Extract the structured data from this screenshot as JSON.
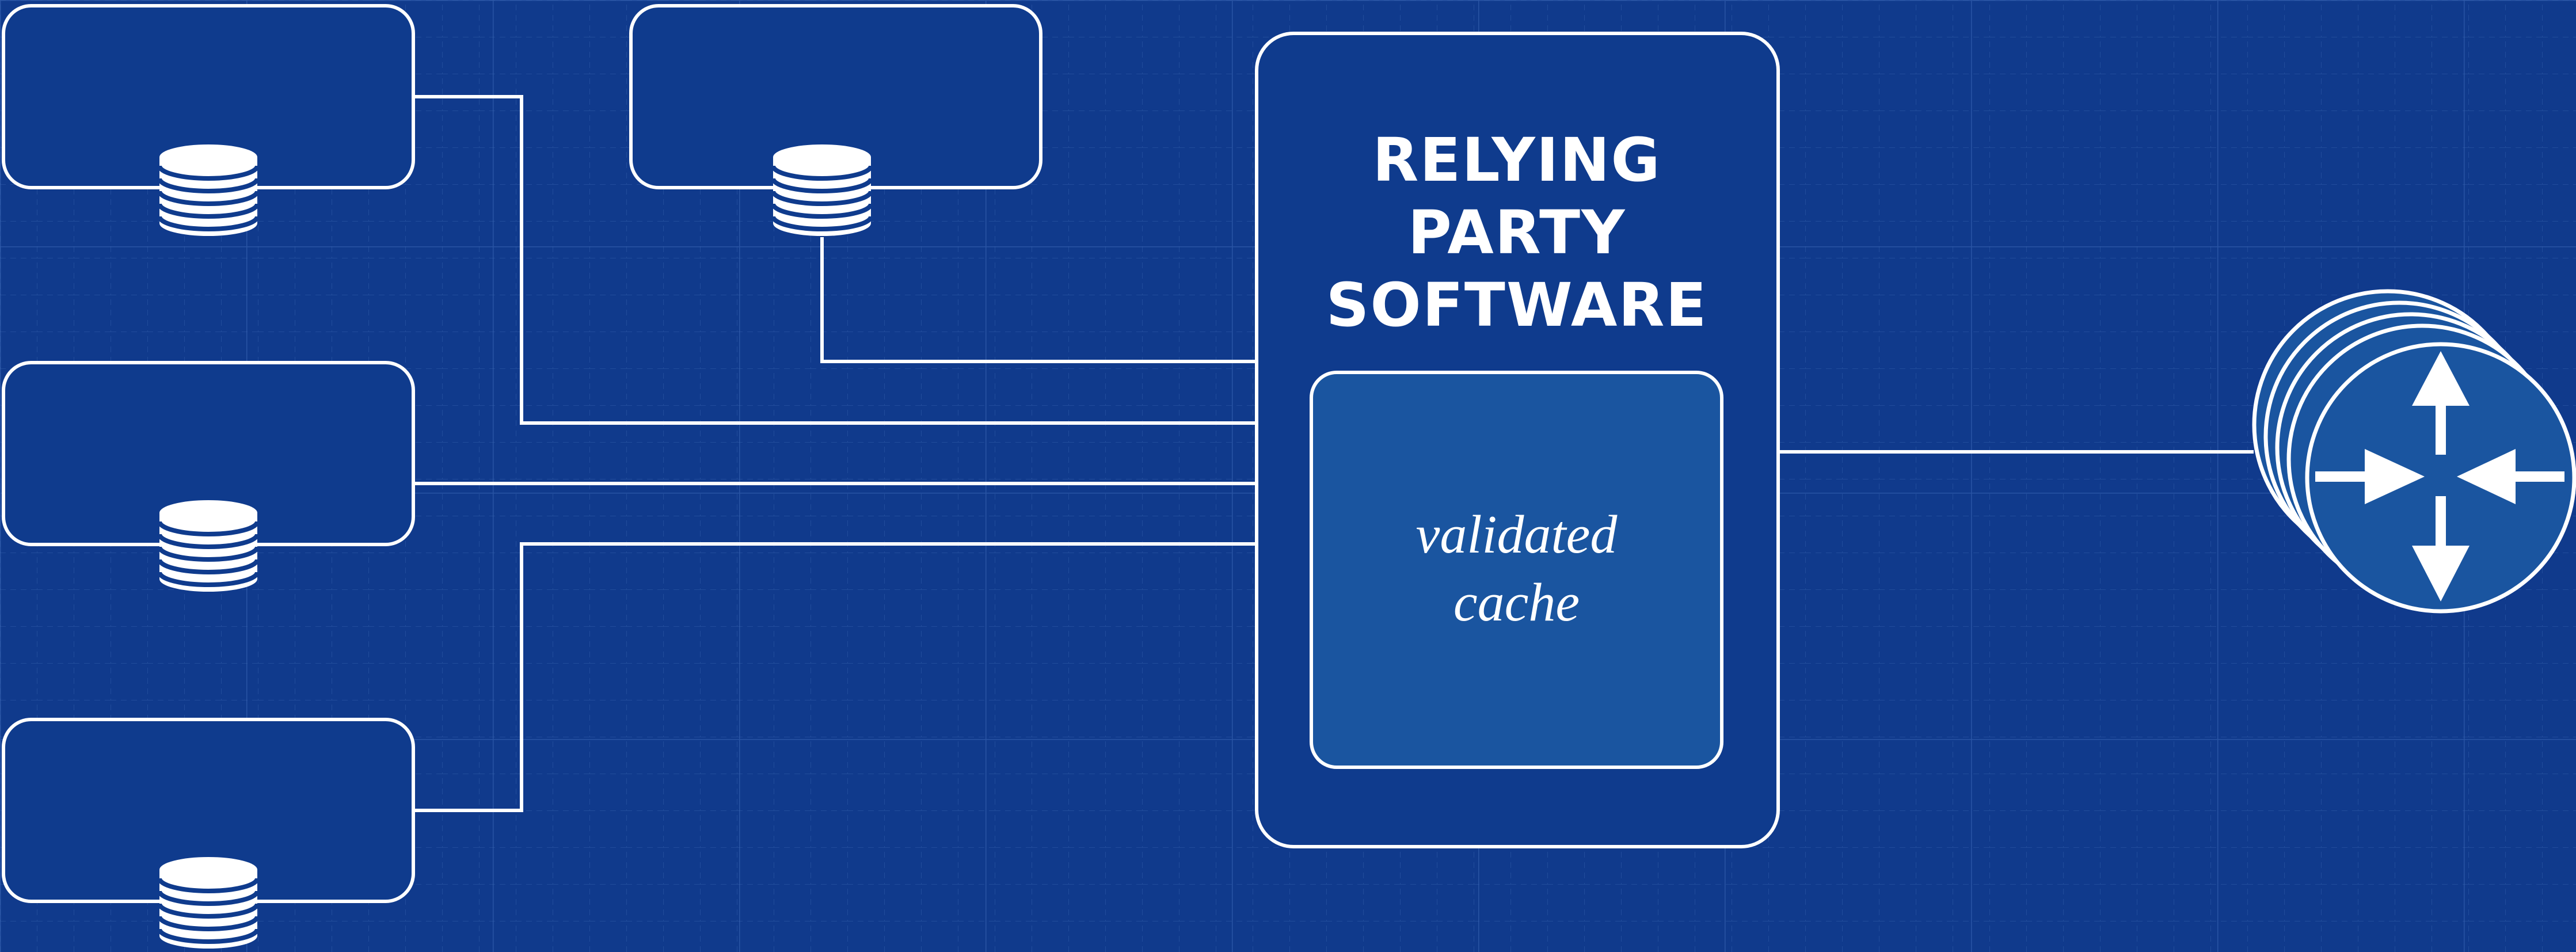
{
  "relying_party": {
    "title_line1": "RELYING PARTY",
    "title_line2": "SOFTWARE"
  },
  "cache": {
    "label_line1": "validated",
    "label_line2": "cache"
  },
  "colors": {
    "background": "#103a8c",
    "box_fill": "#0f3b8d",
    "cache_fill": "#1a55a0",
    "router_fill": "#1a55a0",
    "stroke": "#ffffff",
    "grid": "#3a66b4"
  },
  "icons": {
    "repository": "database-icon",
    "router": "router-icon"
  }
}
